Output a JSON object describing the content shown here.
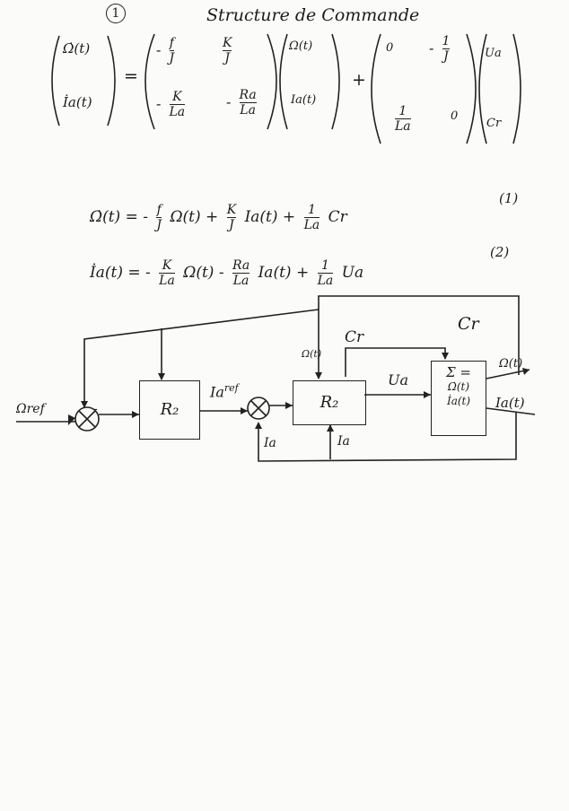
{
  "header": {
    "number": "1",
    "title": "Structure de Commande"
  },
  "matrix": {
    "lhs": [
      "Ω̇(t)",
      "İa(t)"
    ],
    "equals": "=",
    "A": {
      "r1c1_num": "f",
      "r1c1_den": "J",
      "r1c2_num": "K",
      "r1c2_den": "J",
      "r2c1_num": "K",
      "r2c1_den": "La",
      "r2c2_num": "Ra",
      "r2c2_den": "La",
      "minus": "-"
    },
    "x": [
      "Ω(t)",
      "Ia(t)"
    ],
    "plus": "+",
    "B": {
      "r1c1": "0",
      "r1c2_num": "1",
      "r1c2_den": "J",
      "r2c1_num": "1",
      "r2c1_den": "La",
      "r2c2": "0"
    },
    "u": [
      "Ua",
      "Cr"
    ]
  },
  "equations": {
    "eq1": {
      "lhs": "Ω̇(t) = -",
      "f1_num": "f",
      "f1_den": "J",
      "t1": "Ω(t) +",
      "f2_num": "K",
      "f2_den": "J",
      "t2": "Ia(t) +",
      "f3_num": "1",
      "f3_den": "La",
      "t3": "Cr",
      "tag": "(1)"
    },
    "eq2": {
      "lhs": "İa(t) = -",
      "f1_num": "K",
      "f1_den": "La",
      "t1": "Ω(t) -",
      "f2_num": "Ra",
      "f2_den": "La",
      "t2": "Ia(t) +",
      "f3_num": "1",
      "f3_den": "La",
      "t3": "Ua",
      "tag": "(2)"
    }
  },
  "diagram": {
    "input": "Ωref",
    "sum1_sign": "-",
    "block1": "R₂",
    "ia_ref": "Ia",
    "ia_ref_sup": "ref",
    "sum2_sign": "-",
    "ia_feedback": "Ia",
    "block2": "R₂",
    "omega_in": "Ω(t)",
    "cr_top": "Cr",
    "cr_mid": "Cr",
    "ia_in": "Ia",
    "ua": "Ua",
    "sys_line1": "Σ =",
    "sys_line2": "Ω̇(t)",
    "sys_line3": "İa(t)",
    "out_omega": "Ω(t)",
    "out_ia": "Ia(t)"
  }
}
